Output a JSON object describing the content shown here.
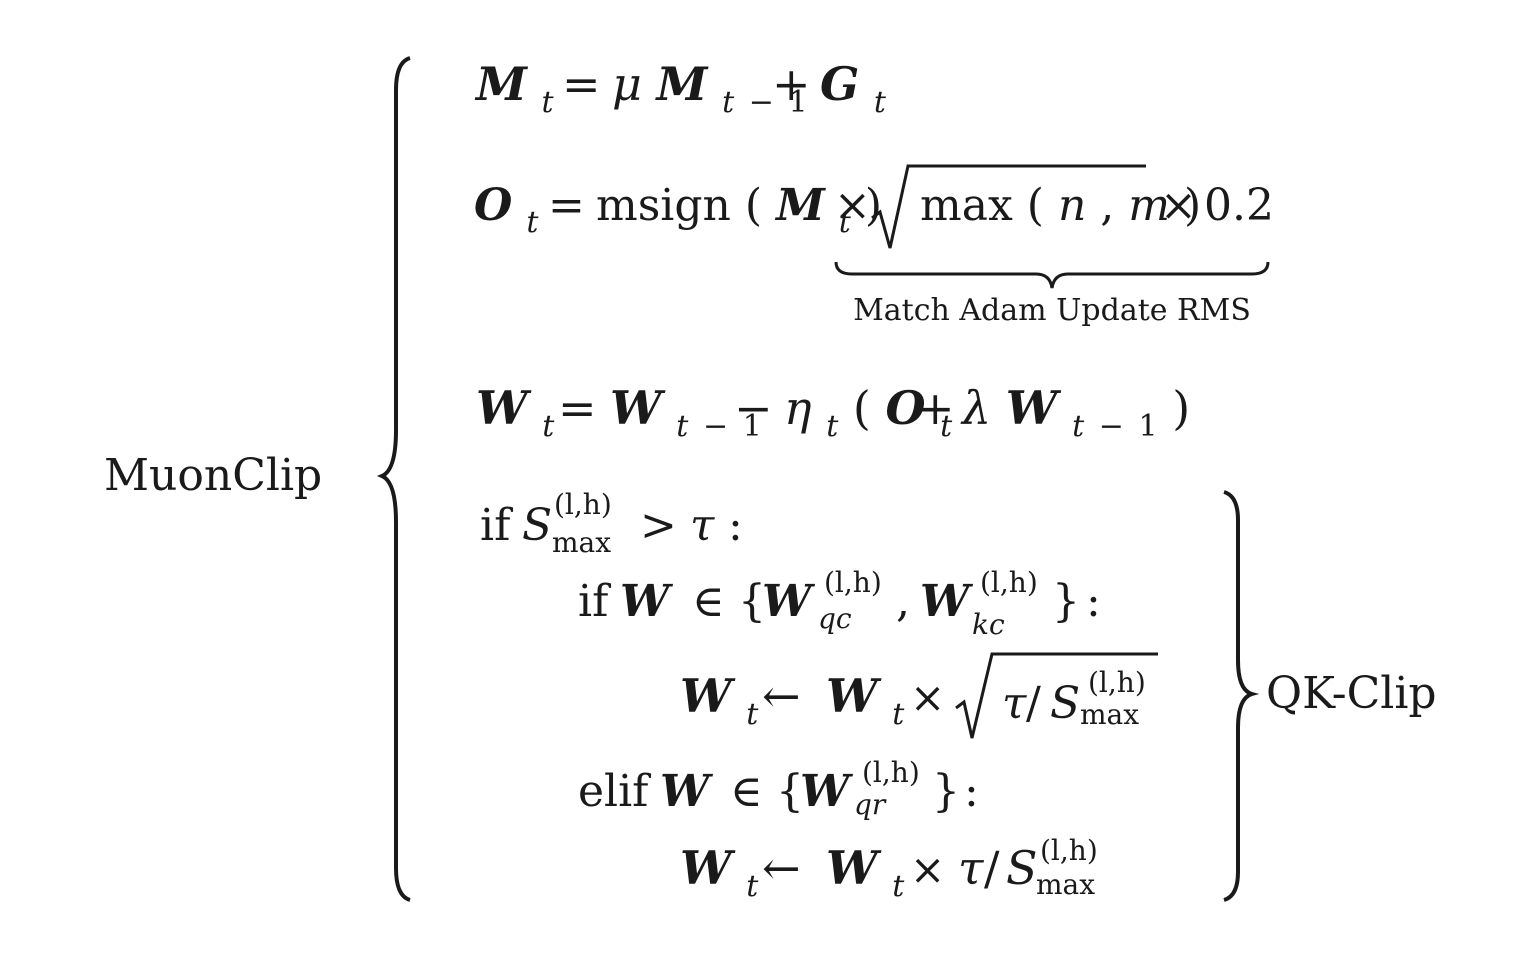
{
  "algorithm_name": "MuonClip",
  "annotations": {
    "underbrace_label": "Match Adam Update RMS",
    "qk_brace_label": "QK-Clip"
  },
  "words": {
    "msign": "msign",
    "max": "max",
    "max_sub": "max",
    "if": "if",
    "elif": "elif"
  },
  "constants": {
    "rms_scale": "0.2",
    "one": "1"
  },
  "symbols": {
    "M": "M",
    "G": "G",
    "O": "O",
    "W": "W",
    "S": "S",
    "mu": "μ",
    "eta": "η",
    "lambda": "λ",
    "tau": "τ",
    "t": "t",
    "n": "n",
    "m": "m",
    "comma": ",",
    "eq": "=",
    "plus": "+",
    "minus": "−",
    "times": "×",
    "gt": ">",
    "in": "∈",
    "larrow": "←",
    "slash": "/",
    "colon": ":",
    "lparen": "(",
    "rparen": ")",
    "lbrace": "{",
    "rbrace": "}",
    "lh": "(l,h)",
    "qc": "qc",
    "kc": "kc",
    "qr": "qr"
  }
}
